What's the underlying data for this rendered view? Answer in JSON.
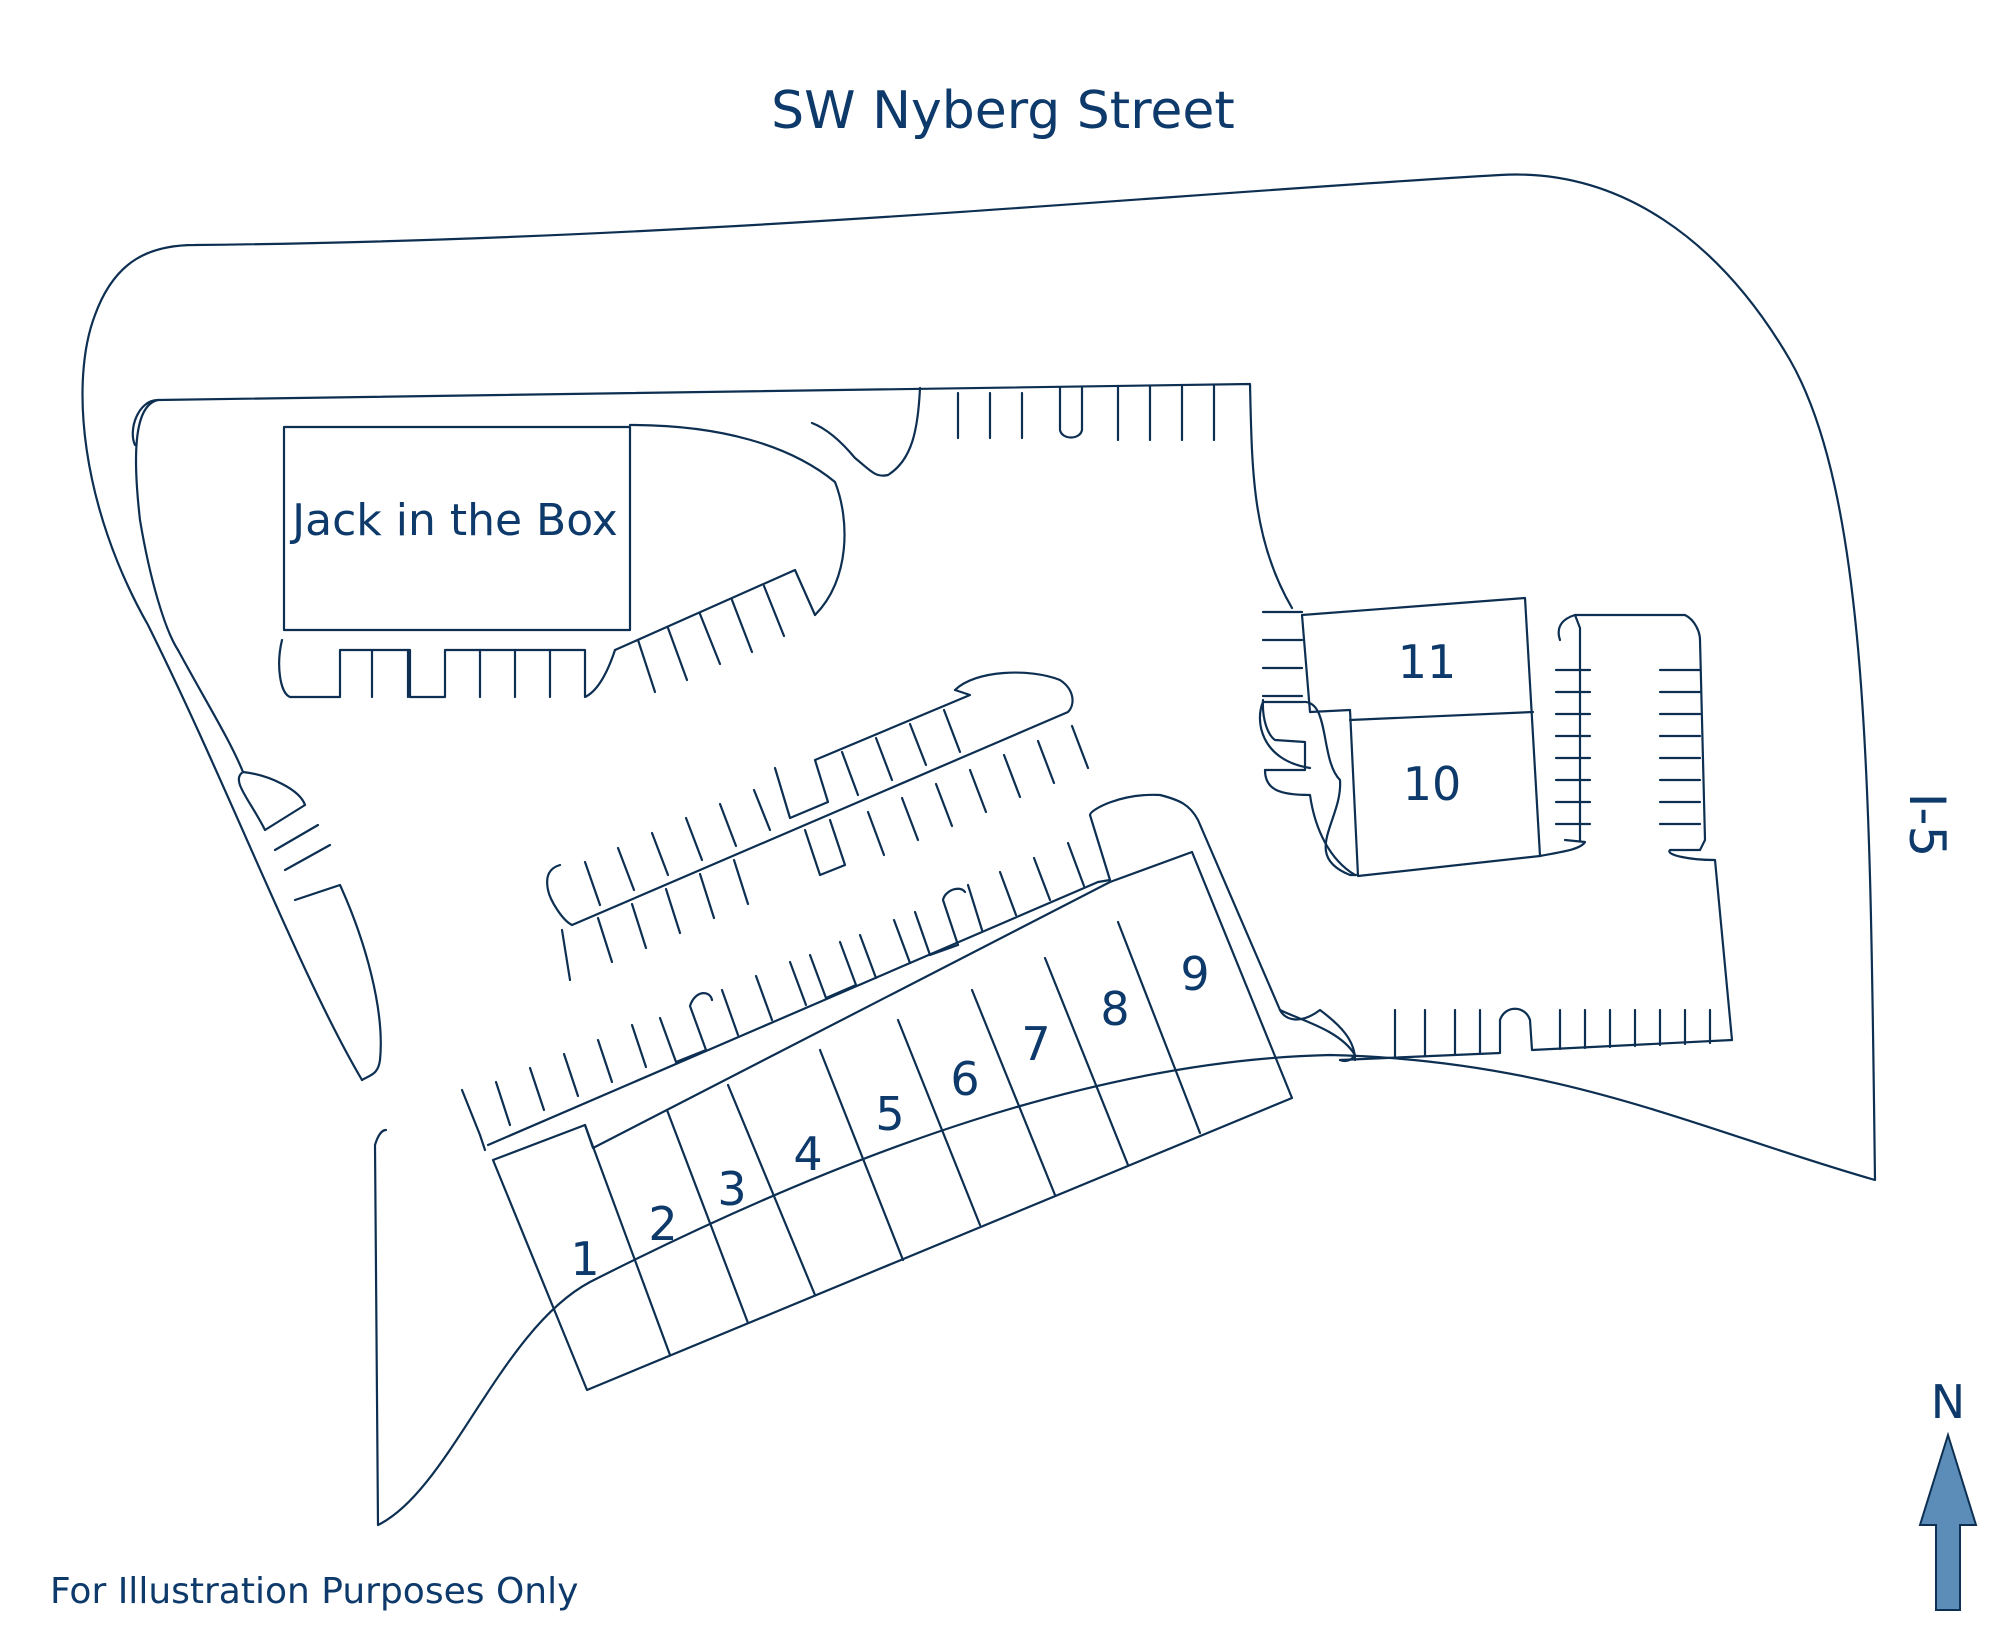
{
  "map": {
    "street_name": "SW Nyberg Street",
    "highway": "I-5",
    "tenant_name": "Jack in the Box",
    "disclaimer": "For Illustration Purposes Only",
    "north_label": "N",
    "units": [
      "1",
      "2",
      "3",
      "4",
      "5",
      "6",
      "7",
      "8",
      "9",
      "10",
      "11"
    ],
    "colors": {
      "line": "#0d2f52",
      "text": "#0d3a6b",
      "north_arrow": "#5b8db8"
    },
    "icons": {
      "north_arrow": "north-arrow-icon"
    }
  }
}
